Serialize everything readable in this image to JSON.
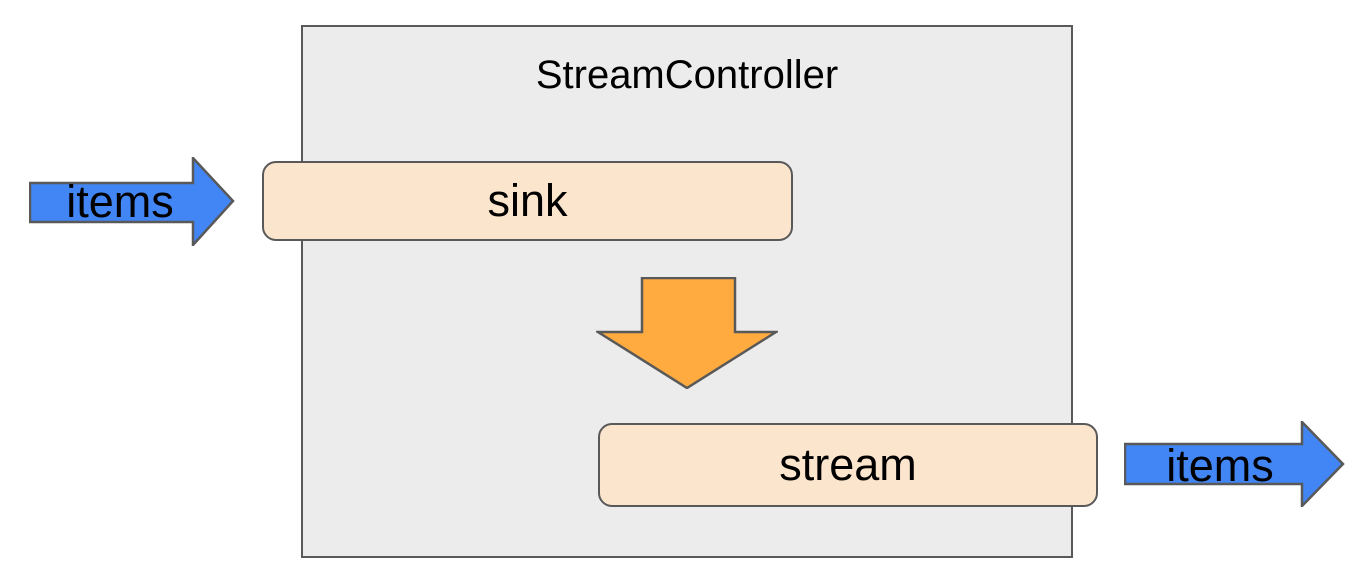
{
  "container": {
    "title": "StreamController"
  },
  "nodes": {
    "sink": {
      "label": "sink"
    },
    "stream": {
      "label": "stream"
    }
  },
  "arrows": {
    "input": {
      "label": "items",
      "direction": "right"
    },
    "output": {
      "label": "items",
      "direction": "right"
    },
    "transfer": {
      "direction": "down"
    }
  },
  "colors": {
    "background": "#ffffff",
    "container_fill": "#ececec",
    "container_border": "#595959",
    "node_fill": "#fce5cd",
    "node_border": "#595959",
    "blue_arrow_fill": "#4285f4",
    "orange_arrow_fill": "#ffab40",
    "arrow_border": "#595959",
    "text": "#000000"
  }
}
